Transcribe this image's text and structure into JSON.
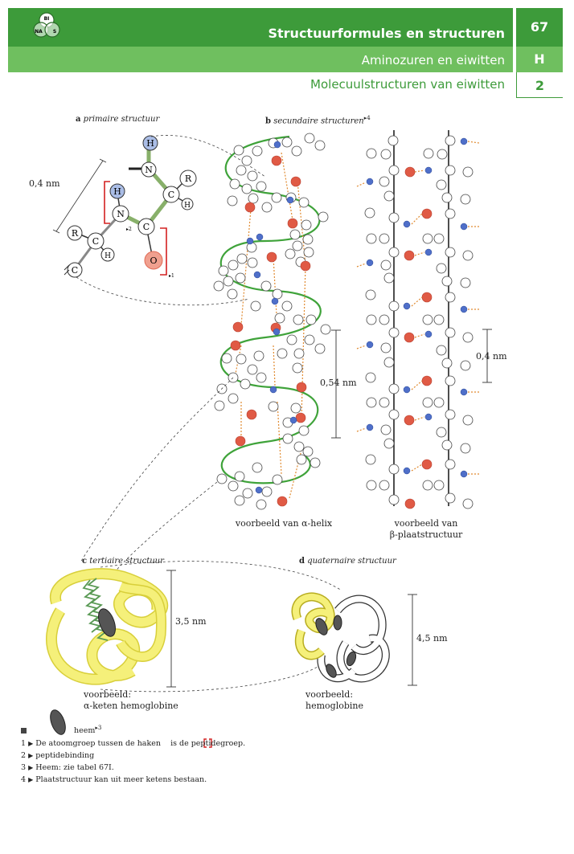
{
  "logo": {
    "top": "BI",
    "left": "NA",
    "right": "S"
  },
  "header": {
    "title": "Structuurformules en structuren",
    "subtitle": "Aminozuren en eiwitten",
    "section": "Molecuulstructuren van eiwitten",
    "side_numbers": [
      "67",
      "H",
      "2"
    ]
  },
  "panels": {
    "a": {
      "letter": "a",
      "title": "primaire structuur",
      "measure": "0,4 nm"
    },
    "b": {
      "letter": "b",
      "title": "secundaire structuren",
      "ref": "▸4",
      "measure_helix": "0,54 nm",
      "measure_sheet": "0,4 nm",
      "caption_helix": "voorbeeld van α-helix",
      "caption_sheet_1": "voorbeeld van",
      "caption_sheet_2": "β-plaatstructuur"
    },
    "c": {
      "letter": "c",
      "title": "tertiaire structuur",
      "measure": "3,5 nm",
      "caption_1": "voorbeeld:",
      "caption_2": "α-keten hemoglobine"
    },
    "d": {
      "letter": "d",
      "title": "quaternaire structuur",
      "measure": "4,5 nm",
      "caption_1": "voorbeeld:",
      "caption_2": "hemoglobine"
    }
  },
  "atoms": {
    "H": "H",
    "N": "N",
    "C": "C",
    "O": "O",
    "R": "R",
    "ref1": "▸1",
    "ref2": "▸2"
  },
  "legend": {
    "heem": "heem",
    "heem_ref": "▸3"
  },
  "notes": [
    {
      "num": "1",
      "text_before": "De atoomgroep tussen de haken",
      "text_after": "is de peptidegroep."
    },
    {
      "num": "2",
      "text": "peptidebinding"
    },
    {
      "num": "3",
      "text": "Heem: zie tabel 67I."
    },
    {
      "num": "4",
      "text": "Plaatstructuur kan uit meer ketens bestaan."
    }
  ],
  "colors": {
    "header_dark": "#3d9b3a",
    "header_light": "#6fbf5f",
    "oxygen": "#e05a45",
    "hydrogen_bond": "#4f6fc9",
    "helix": "#3fa33a",
    "dotted": "#e08a30",
    "bracket": "#d32020",
    "tertiary": "#f5f07a"
  }
}
